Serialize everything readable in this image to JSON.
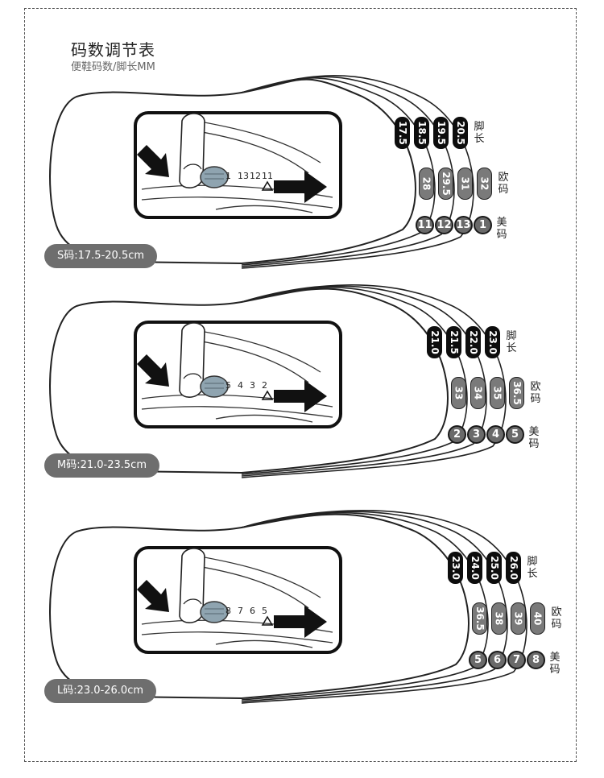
{
  "header": {
    "title": "码数调节表",
    "subtitle": "便鞋码数/脚长MM"
  },
  "row_labels": {
    "foot_length": "脚长",
    "eu_size": "欧码",
    "us_size": "美码"
  },
  "panels": [
    {
      "size_label": "S码:17.5-20.5cm",
      "scale_numbers": [
        "1",
        "13",
        "12",
        "11"
      ],
      "foot_length": [
        "17.5",
        "18.5",
        "19.5",
        "20.5"
      ],
      "eu_size": [
        "28",
        "29.5",
        "31",
        "32"
      ],
      "us_size": [
        "11",
        "12",
        "13",
        "1"
      ]
    },
    {
      "size_label": "M码:21.0-23.5cm",
      "scale_numbers": [
        "5",
        "4",
        "3",
        "2"
      ],
      "foot_length": [
        "21.0",
        "21.5",
        "22.0",
        "23.0"
      ],
      "eu_size": [
        "33",
        "34",
        "35",
        "36.5"
      ],
      "us_size": [
        "2",
        "3",
        "4",
        "5"
      ]
    },
    {
      "size_label": "L码:23.0-26.0cm",
      "scale_numbers": [
        "8",
        "7",
        "6",
        "5"
      ],
      "foot_length": [
        "23.0",
        "24.0",
        "25.0",
        "26.0"
      ],
      "eu_size": [
        "36.5",
        "38",
        "39",
        "40"
      ],
      "us_size": [
        "5",
        "6",
        "7",
        "8"
      ]
    }
  ]
}
